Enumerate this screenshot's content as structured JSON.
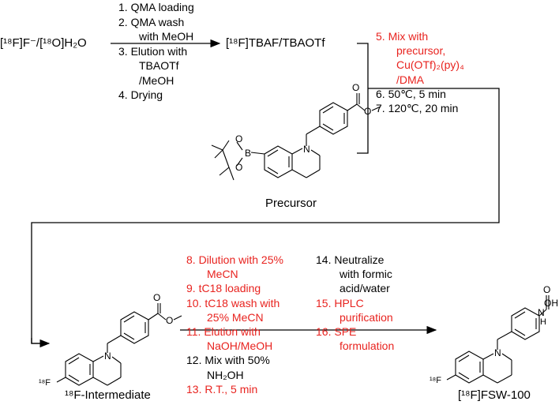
{
  "start_material": "[¹⁸F]F⁻/[¹⁸O]H₂O",
  "step_group_1": [
    {
      "text": "1.  QMA loading",
      "color": "black"
    },
    {
      "text": "2.  QMA wash",
      "color": "black"
    },
    {
      "text": "with MeOH",
      "color": "black"
    },
    {
      "text": "3.  Elution with",
      "color": "black"
    },
    {
      "text": "TBAOTf",
      "color": "black"
    },
    {
      "text": "/MeOH",
      "color": "black"
    },
    {
      "text": "4.  Drying",
      "color": "black"
    }
  ],
  "product_1": "[¹⁸F]TBAF/TBAOTf",
  "step_group_2": [
    {
      "text": "5.  Mix with",
      "color": "red"
    },
    {
      "text": "precursor,",
      "color": "red"
    },
    {
      "text": "Cu(OTf)₂(py)₄",
      "color": "red"
    },
    {
      "text": "/DMA",
      "color": "red"
    },
    {
      "text": "6.  50℃, 5 min",
      "color": "black"
    },
    {
      "text": "7.  120℃, 20 min",
      "color": "black"
    }
  ],
  "precursor_label": "Precursor",
  "intermediate_label": "¹⁸F-Intermediate",
  "product_label": "[¹⁸F]FSW-100",
  "step_group_3": [
    {
      "text": "8.  Dilution with 25%",
      "color": "red"
    },
    {
      "text": "MeCN",
      "color": "red"
    },
    {
      "text": "9.  tC18 loading",
      "color": "red"
    },
    {
      "text": "10. tC18 wash with",
      "color": "red"
    },
    {
      "text": "25% MeCN",
      "color": "red"
    },
    {
      "text": "11. Elution with",
      "color": "red"
    },
    {
      "text": "NaOH/MeOH",
      "color": "red"
    },
    {
      "text": "12. Mix with 50%",
      "color": "black"
    },
    {
      "text": "NH₂OH",
      "color": "black"
    },
    {
      "text": "13. R.T., 5 min",
      "color": "red"
    }
  ],
  "step_group_4": [
    {
      "text": "14. Neutralize",
      "color": "black"
    },
    {
      "text": "with formic",
      "color": "black"
    },
    {
      "text": "acid/water",
      "color": "black"
    },
    {
      "text": "15. HPLC",
      "color": "red"
    },
    {
      "text": "purification",
      "color": "red"
    },
    {
      "text": "16. SPE",
      "color": "red"
    },
    {
      "text": "formulation",
      "color": "red"
    }
  ],
  "atoms": {
    "O": "O",
    "N": "N",
    "B": "B",
    "F": "F",
    "H": "H",
    "OH": "OH",
    "isotope_F": "¹⁸F"
  }
}
